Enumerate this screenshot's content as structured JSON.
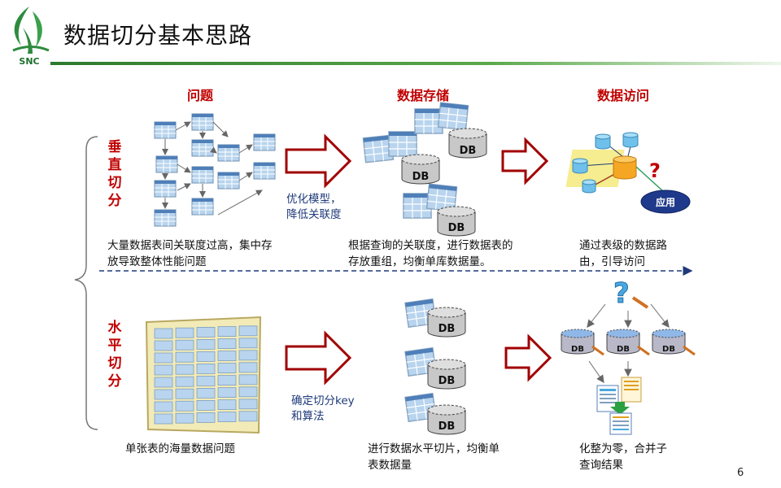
{
  "logo": {
    "text": "SNC"
  },
  "page": {
    "title": "数据切分基本思路",
    "number": "6"
  },
  "headers": {
    "problem": "问题",
    "storage": "数据存储",
    "access": "数据访问"
  },
  "vertical": {
    "label": "垂直切分",
    "label_chars": [
      "垂",
      "直",
      "切",
      "分"
    ],
    "arrow1_note": [
      "优化模型，",
      "降低关联度"
    ],
    "problem_caption": [
      "大量数据表间关联度过高，集中存",
      "放导致整体性能问题"
    ],
    "storage_caption": [
      "根据查询的关联度，进行数据表的",
      "存放重组，均衡单库数据量。"
    ],
    "access_caption": [
      "通过表级的数据路",
      "由，引导访问"
    ]
  },
  "horizontal": {
    "label": "水平切分",
    "label_chars": [
      "水",
      "平",
      "切",
      "分"
    ],
    "arrow1_note": [
      "确定切分key",
      "和算法"
    ],
    "problem_caption": [
      "单张表的海量数据问题"
    ],
    "storage_caption": [
      "进行数据水平切片，均衡单",
      "表数据量"
    ],
    "access_caption": [
      "化整为零，合并子",
      "查询结果"
    ]
  },
  "db_label": "DB",
  "app_label": "应用",
  "question_mark": "?",
  "colors": {
    "accent_red": "#c00000",
    "note_blue": "#1f3a7a",
    "green_line": "#4a9a3a",
    "dark_blue": "#1f3a7a"
  }
}
